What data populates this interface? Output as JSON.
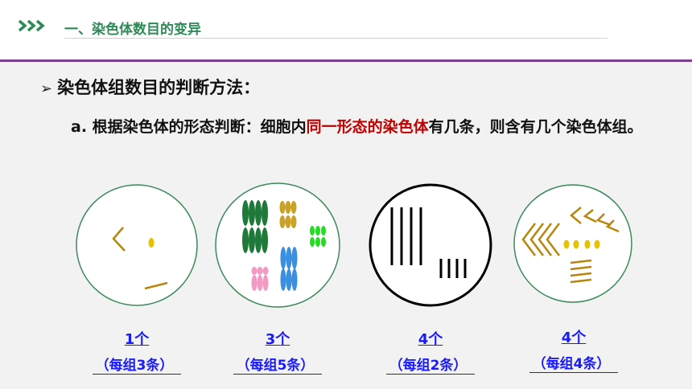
{
  "header": {
    "title": "一、染色体数目的变异",
    "accent": "#2e8b57",
    "divider_color": "#7b3f8c"
  },
  "heading": {
    "icon": "arrow-bullet-icon",
    "text": "染色体组数目的判断方法："
  },
  "paragraph": {
    "before": "a. 根据染色体的形态判断：细胞内",
    "highlight": "同一形态的染色体",
    "after": "有几条，则含有几个染色体组。",
    "highlight_color": "#c00000"
  },
  "cells": [
    {
      "count": "1个",
      "group": "（每组3条）"
    },
    {
      "count": "3个",
      "group": "（每组5条）"
    },
    {
      "count": "4个",
      "group": "（每组2条）"
    },
    {
      "count": "4个",
      "group": "（每组4条）"
    }
  ],
  "caption_color": "#1a1aff"
}
